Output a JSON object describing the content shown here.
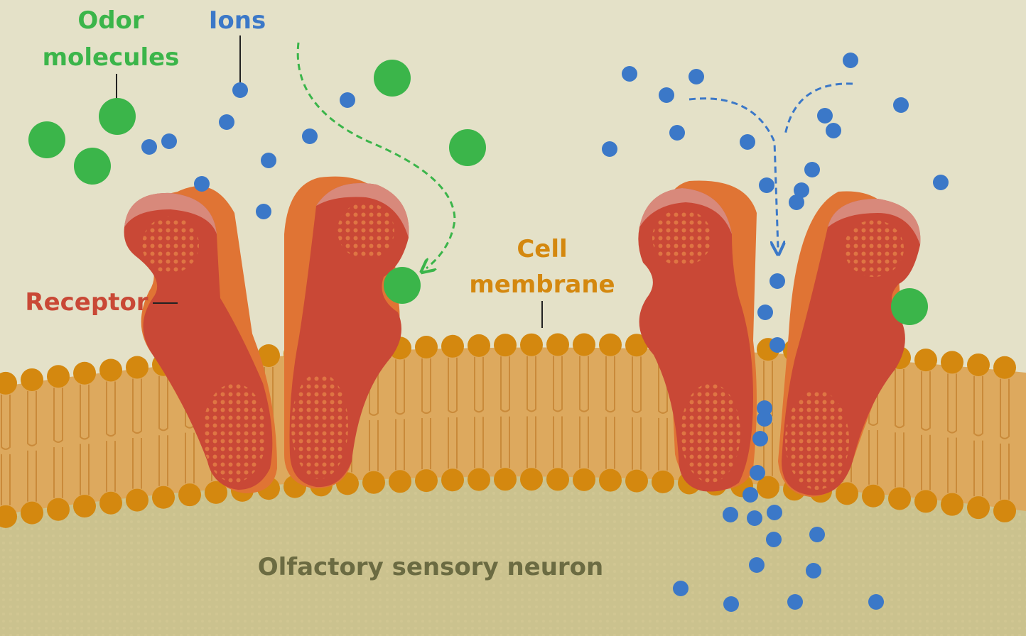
{
  "labels": {
    "odor_line1": "Odor",
    "odor_line2": "molecules",
    "ions": "Ions",
    "receptor": "Receptor",
    "membrane_line1": "Cell",
    "membrane_line2": "membrane",
    "neuron": "Olfactory sensory neuron"
  },
  "colors": {
    "background": "#e4e1c8",
    "cytoplasm": "#c9c08c",
    "membrane_fill": "#dba559",
    "lipid_head": "#d4880f",
    "receptor_outer": "#e07434",
    "receptor_inner": "#c94836",
    "receptor_dots": "#e27a45",
    "odor": "#3bb54a",
    "ion": "#3b78c8",
    "odor_text": "#3bb54a",
    "ions_text": "#3b78c8",
    "receptor_text": "#c94836",
    "membrane_text": "#d4880f",
    "neuron_text": "#6b6b42"
  }
}
